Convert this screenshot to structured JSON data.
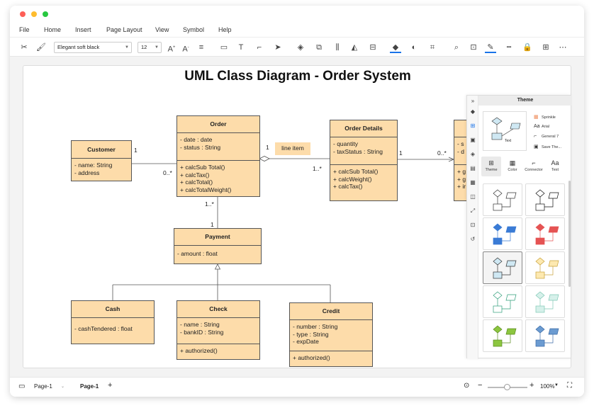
{
  "menu": [
    "File",
    "Home",
    "Insert",
    "Page Layout",
    "View",
    "Symbol",
    "Help"
  ],
  "toolbar": {
    "font": "Elegant soft black",
    "size": "12"
  },
  "diagram": {
    "title": "UML Class Diagram - Order System",
    "customer": {
      "name": "Customer",
      "attrs": [
        "-    name: String",
        "-    address"
      ]
    },
    "order": {
      "name": "Order",
      "attrs": [
        "-    date : date",
        "-    status : String"
      ],
      "ops": [
        "+  calcSub Total()",
        "+  calcTax()",
        "+  calcTotal()",
        "+  calcTotalWeight()"
      ]
    },
    "order_details": {
      "name": "Order Details",
      "attrs": [
        "-    quantity",
        "-    taxStatus : String"
      ],
      "ops": [
        "+  calcSub Total()",
        "+  calcWeight()",
        "+  calcTax()"
      ]
    },
    "payment": {
      "name": "Payment",
      "attrs": [
        "-   amount : float"
      ]
    },
    "cash": {
      "name": "Cash",
      "attrs": [
        "-   cashTendered : float"
      ]
    },
    "check": {
      "name": "Check",
      "attrs": [
        "-   name : String",
        "-   bankID : String"
      ],
      "ops": [
        "+  authorized()"
      ]
    },
    "credit": {
      "name": "Credit",
      "attrs": [
        "-   number : String",
        "-   type : String",
        "-   expDate"
      ],
      "ops": [
        "+  authorized()"
      ]
    },
    "partial": {
      "rows1": [
        "-  s",
        "-  d"
      ],
      "rows2": [
        "+  g",
        "+  g",
        "+  ir"
      ]
    },
    "note": "line item",
    "mult": {
      "cust1": "1",
      "cust0n": "0..*",
      "ord1": "1",
      "ord1n": "1..*",
      "od1": "1",
      "od0n": "0..*",
      "pay1n": "1..*",
      "pay1": "1"
    }
  },
  "panel": {
    "title": "Theme",
    "options": [
      "Sprinkle",
      "Arial",
      "General 7",
      "Save The..."
    ],
    "tabs": [
      "Theme",
      "Color",
      "Connector",
      "Text"
    ],
    "preview_text": "Text"
  },
  "status": {
    "page_tab": "Page-1",
    "page_active": "Page-1",
    "zoom": "100%"
  },
  "colors": {
    "class_fill": "#fddcaa",
    "accent": "#1a73e8"
  }
}
